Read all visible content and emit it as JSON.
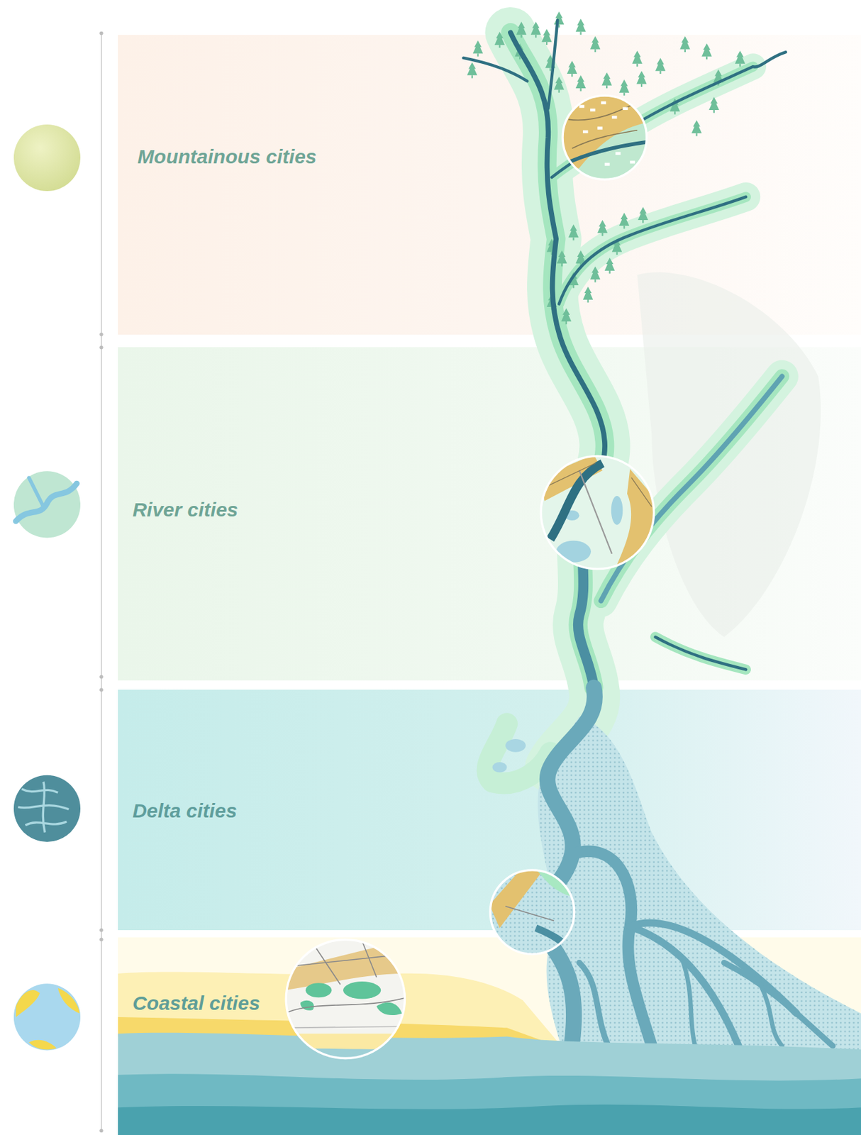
{
  "diagram": {
    "nodes": [
      {
        "text": [
          "Mountainous cities"
        ]
      },
      {
        "text": [
          "River cities"
        ]
      },
      {
        "text": [
          "Delta cities"
        ]
      },
      {
        "text": [
          "Coastal cities"
        ]
      }
    ]
  }
}
